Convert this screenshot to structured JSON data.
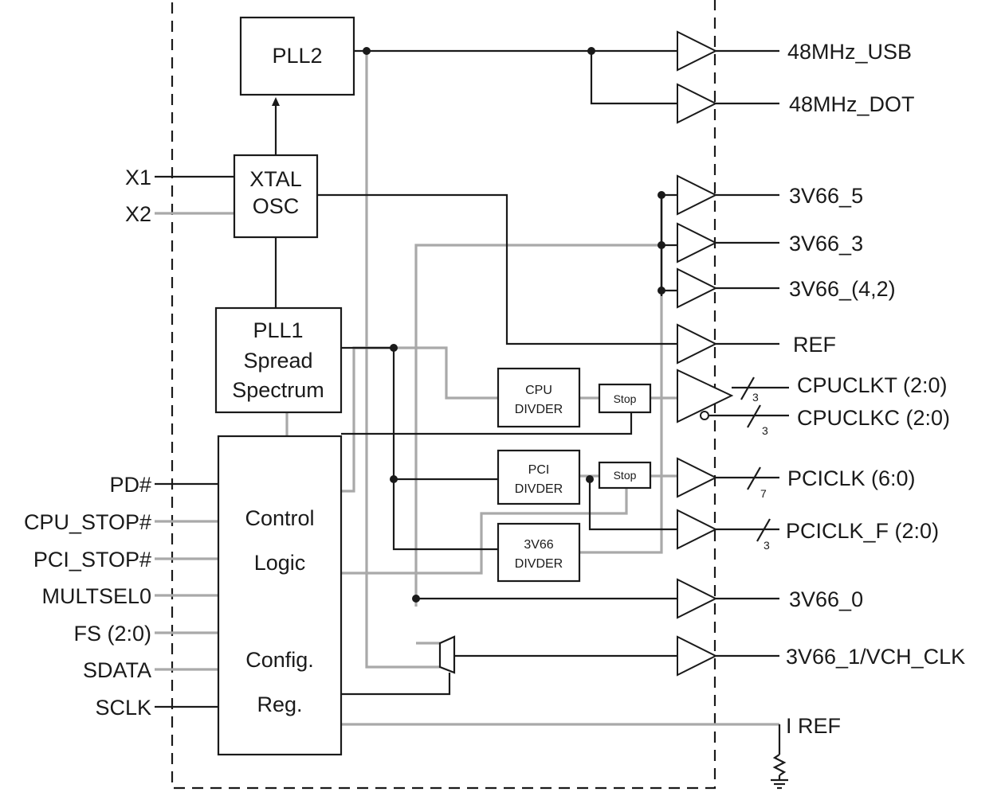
{
  "blocks": {
    "pll2": "PLL2",
    "xtal_line1": "XTAL",
    "xtal_line2": "OSC",
    "pll1_line1": "PLL1",
    "pll1_line2": "Spread",
    "pll1_line3": "Spectrum",
    "control_line1": "Control",
    "control_line2": "Logic",
    "config_line1": "Config.",
    "config_line2": "Reg.",
    "cpu_div_line1": "CPU",
    "cpu_div_line2": "DIVDER",
    "pci_div_line1": "PCI",
    "pci_div_line2": "DIVDER",
    "v66_div_line1": "3V66",
    "v66_div_line2": "DIVDER",
    "stop_cpu": "Stop",
    "stop_pci": "Stop"
  },
  "inputs": {
    "x1": "X1",
    "x2": "X2",
    "pd": "PD#",
    "cpu_stop": "CPU_STOP#",
    "pci_stop": "PCI_STOP#",
    "multsel0": "MULTSEL0",
    "fs": "FS (2:0)",
    "sdata": "SDATA",
    "sclk": "SCLK"
  },
  "outputs": {
    "usb": "48MHz_USB",
    "dot": "48MHz_DOT",
    "v66_5": "3V66_5",
    "v66_3": "3V66_3",
    "v66_42": "3V66_(4,2)",
    "ref": "REF",
    "cpuclkt": "CPUCLKT (2:0)",
    "cpuclkc": "CPUCLKC (2:0)",
    "pciclk": "PCICLK (6:0)",
    "pciclk_f": "PCICLK_F (2:0)",
    "v66_0": "3V66_0",
    "v66_1": "3V66_1/VCH_CLK",
    "iref": "I REF"
  },
  "bus_widths": {
    "cpuclkt": "3",
    "cpuclkc": "3",
    "pciclk": "7",
    "pciclk_f": "3"
  }
}
